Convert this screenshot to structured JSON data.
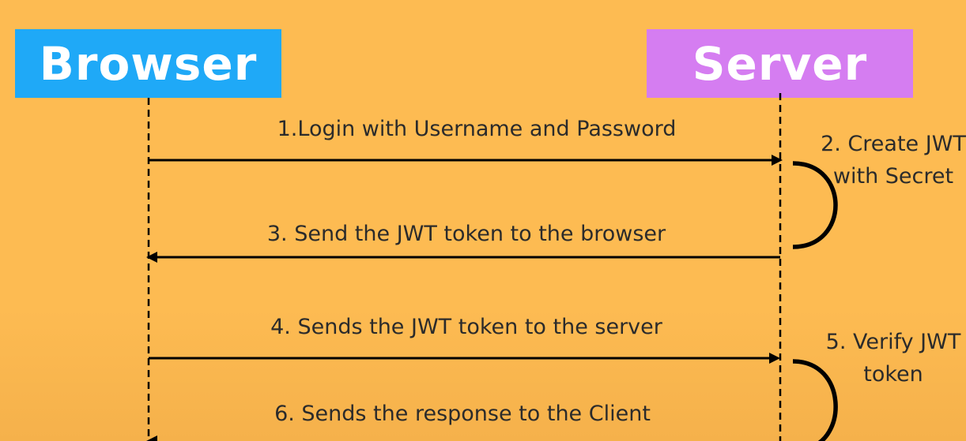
{
  "actors": {
    "browser": "Browser",
    "server": "Server"
  },
  "messages": {
    "m1": "1.Login with Username and Password",
    "m3": "3. Send the JWT token to the browser",
    "m4": "4. Sends the JWT token to the server",
    "m6": "6. Sends the response to the Client"
  },
  "notes": {
    "n2_line1": "2. Create JWT",
    "n2_line2": "with Secret",
    "n5_line1": "5. Verify JWT",
    "n5_line2": "token"
  },
  "colors": {
    "background": "#FDBB52",
    "browser_box": "#1FA9F7",
    "server_box": "#D57DF1",
    "line": "#000000"
  }
}
